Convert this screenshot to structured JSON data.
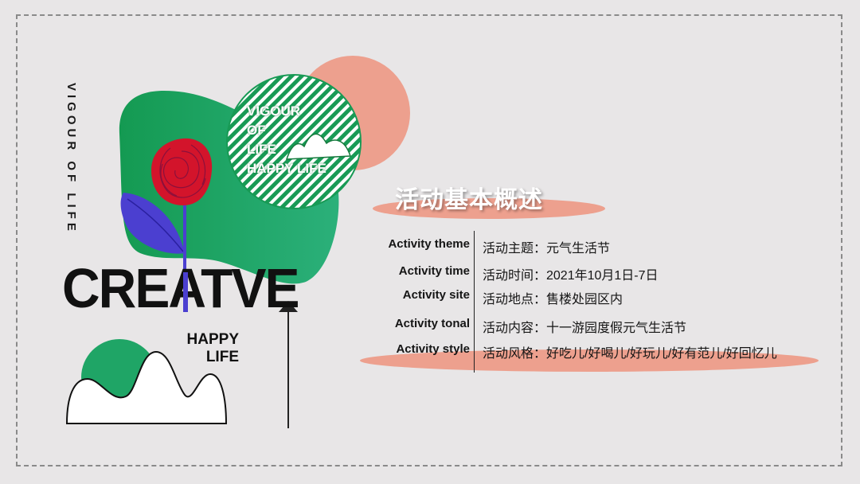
{
  "vertical_text": "VIGOUR OF LIFE",
  "circle_text": [
    "VIGOUR",
    "OF",
    "LIFE",
    "HAPPY LIFE"
  ],
  "creative_text": {
    "left": "CREAT",
    "right": "VE"
  },
  "happy_life": [
    "HAPPY",
    "LIFE"
  ],
  "section_title": "活动基本概述",
  "rows": [
    {
      "en": "Activity theme",
      "cn": "活动主题：元气生活节"
    },
    {
      "en": "Activity time",
      "cn": "活动时间：2021年10月1日-7日"
    },
    {
      "en": "Activity site",
      "cn": "活动地点：售楼处园区内"
    },
    {
      "en": "Activity tonal",
      "cn": "活动内容：十一游园度假元气生活节"
    },
    {
      "en": "Activity style",
      "cn": "活动风格：好吃儿/好喝儿/好玩儿/好有范儿/好回忆儿"
    }
  ],
  "colors": {
    "green": "#1fa566",
    "salmon": "#eda08e",
    "red": "#d3142b",
    "purple": "#4b3fd0",
    "background": "#e8e6e7"
  }
}
